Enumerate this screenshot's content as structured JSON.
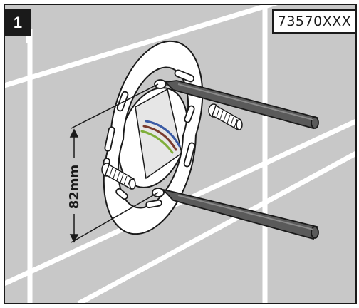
{
  "step": {
    "number": "1"
  },
  "part": {
    "code": "73570XXX"
  },
  "dimension": {
    "label": "82mm"
  },
  "colors": {
    "wall": "#c8c8c8",
    "grout": "#ffffff",
    "outline": "#1a1a1a",
    "screwdriver": "#5a5a5a",
    "wire_blue": "#3b5ba5",
    "wire_brown": "#7a3b2e",
    "wire_green": "#7fae3a"
  },
  "icons": [
    "mounting-plate-icon",
    "screwdriver-icon",
    "wall-plug-icon",
    "wire-icon"
  ]
}
